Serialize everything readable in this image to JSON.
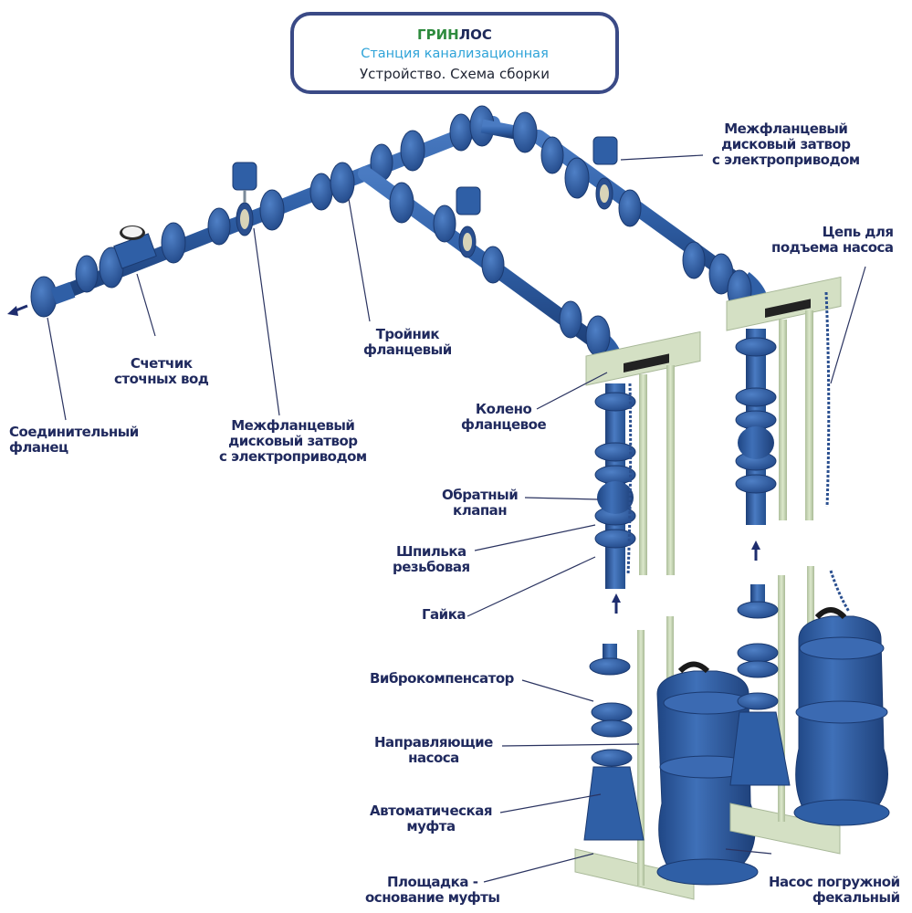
{
  "title": {
    "brand_part1": "ГРИН",
    "brand_part2": "ЛОС",
    "subtitle": "Станция канализационная",
    "caption": "Устройство. Схема сборки"
  },
  "colors": {
    "brand_green": "#2e8b3e",
    "subtitle_blue": "#2ea3d8",
    "label_navy": "#202a5e",
    "pipe_blue": "#2f5fa6",
    "guide_green": "#c9d8b8",
    "border_navy": "#3a4a86"
  },
  "labels": {
    "butterfly_valve_top": "Межфланцевый\nдисковый затвор\nс электроприводом",
    "lifting_chain": "Цепь для\nподъема насоса",
    "flow_meter": "Счетчик\nсточных вод",
    "tee_flange": "Тройник\nфланцевый",
    "connecting_flange": "Соединительный\nфланец",
    "butterfly_valve_left": "Межфланцевый\nдисковый затвор\nс электроприводом",
    "elbow_flange": "Колено\nфланцевое",
    "check_valve": "Обратный\nклапан",
    "threaded_stud": "Шпилька\nрезьбовая",
    "nut": "Гайка",
    "vibration_compensator": "Виброкомпенсатор",
    "pump_guides": "Направляющие\nнасоса",
    "auto_coupling": "Автоматическая\nмуфта",
    "coupling_base": "Площадка -\nоснование муфты",
    "submersible_pump": "Насос погружной\nфекальный"
  },
  "icons": {
    "outflow_arrow": "arrow-down-left",
    "assembly_arrow": "arrow-up"
  }
}
